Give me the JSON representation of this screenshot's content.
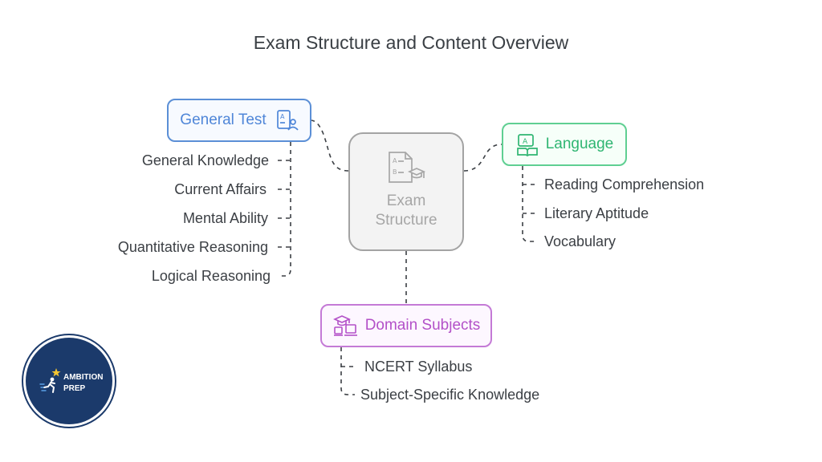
{
  "diagram": {
    "title": "Exam Structure and Content Overview",
    "center": {
      "line1": "Exam",
      "line2": "Structure",
      "icon": "exam-paper-icon"
    },
    "nodes": {
      "general_test": {
        "label": "General Test",
        "icon": "test-user-icon",
        "color": "#4f86d8",
        "items": [
          "General Knowledge",
          "Current Affairs",
          "Mental Ability",
          "Quantitative Reasoning",
          "Logical Reasoning"
        ]
      },
      "language": {
        "label": "Language",
        "icon": "language-book-icon",
        "color": "#2fb572",
        "items": [
          "Reading Comprehension",
          "Literary Aptitude",
          "Vocabulary"
        ]
      },
      "domain": {
        "label": "Domain Subjects",
        "icon": "graduation-laptop-icon",
        "color": "#b351c8",
        "items": [
          "NCERT Syllabus",
          "Subject-Specific Knowledge"
        ]
      }
    }
  },
  "logo": {
    "line1": "AMBITION",
    "line2": "PREP",
    "color": "#1b3a6b"
  }
}
